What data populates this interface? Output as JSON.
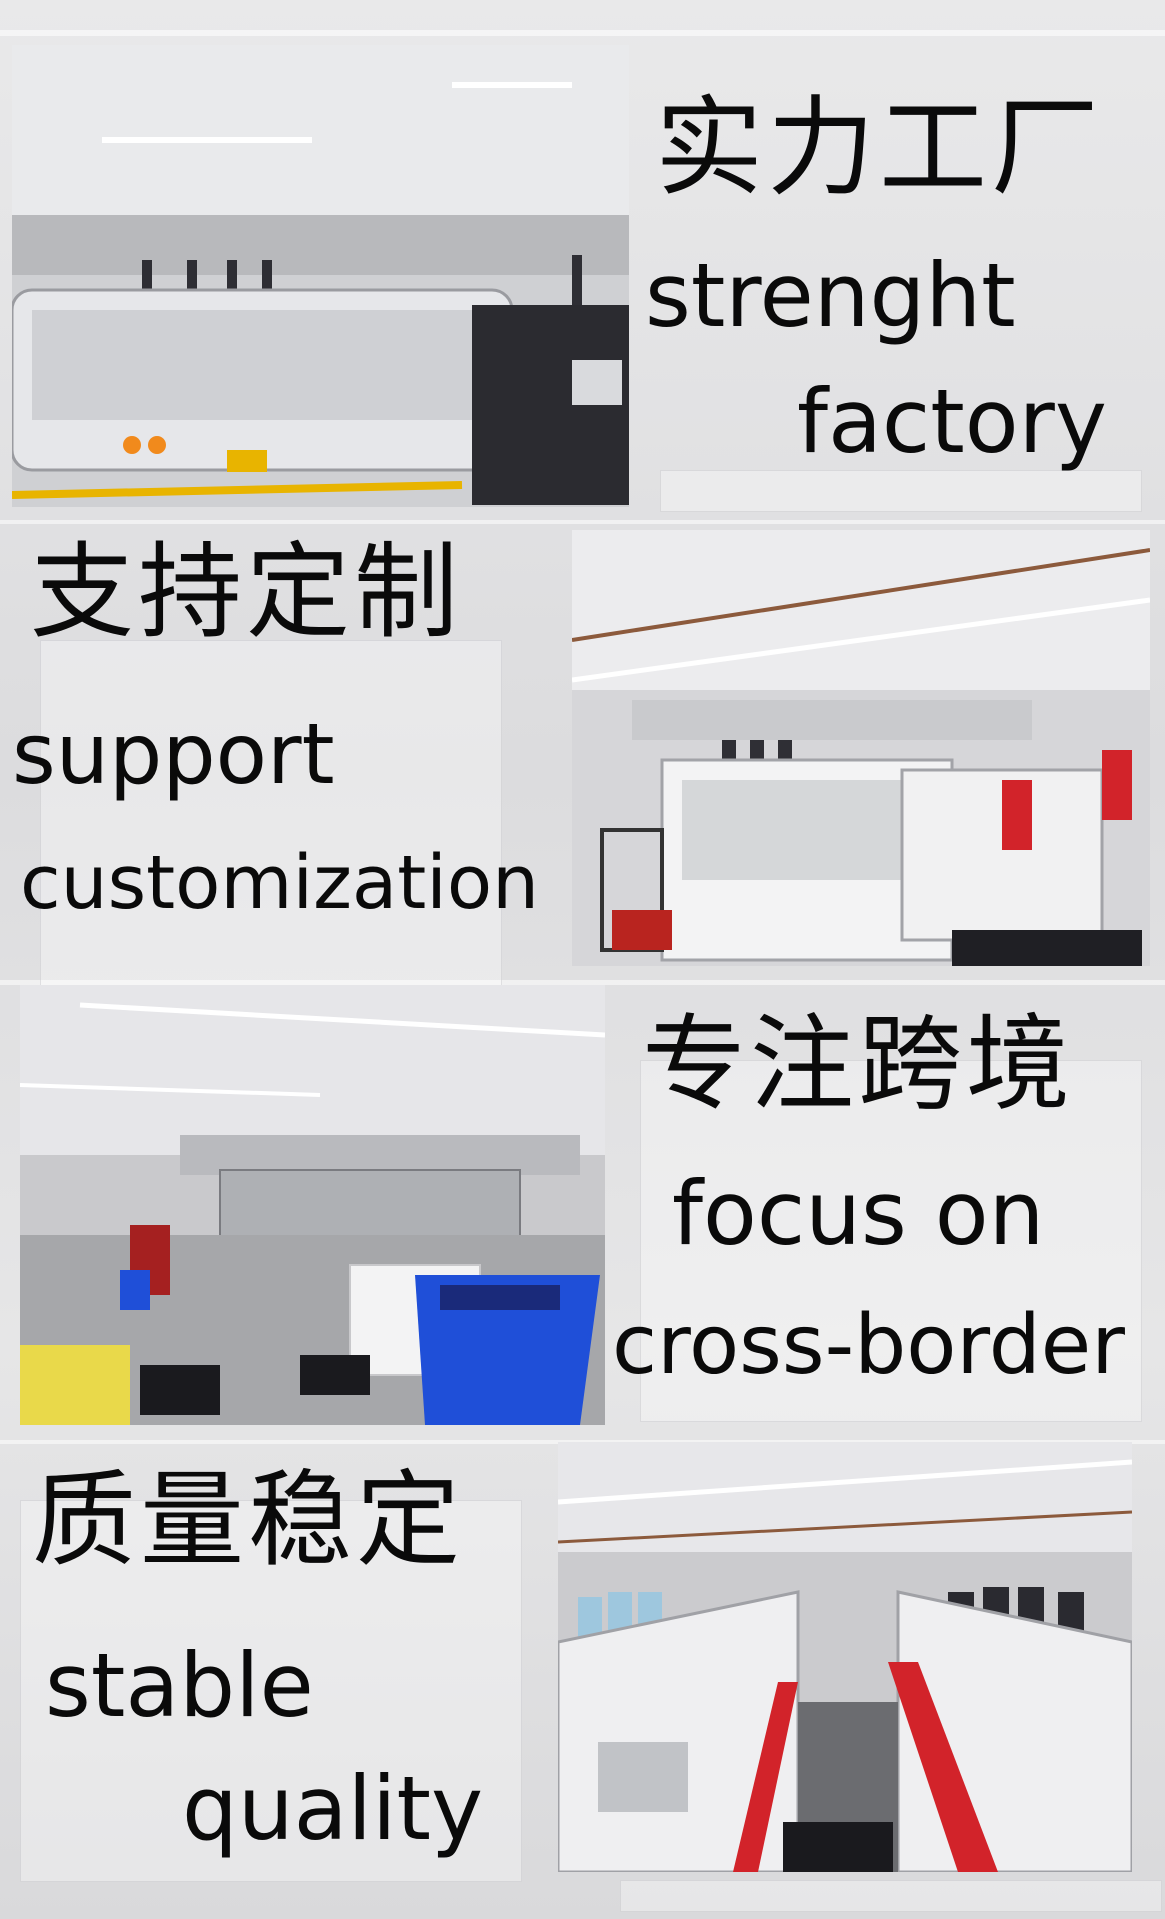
{
  "sections": [
    {
      "title_cn": "实力工厂",
      "line1": "strenght",
      "line2": "factory",
      "photo_icon": "knitting-machine-photo"
    },
    {
      "title_cn": "支持定制",
      "line1": "support",
      "line2": "customization",
      "photo_icon": "factory-floor-photo"
    },
    {
      "title_cn": "专注跨境",
      "line1": "focus on",
      "line2": "cross-border",
      "photo_icon": "workshop-photo"
    },
    {
      "title_cn": "质量稳定",
      "line1": "stable",
      "line2": "quality",
      "photo_icon": "production-line-photo"
    }
  ],
  "colors": {
    "machine_body": "#e8e8ea",
    "machine_dark": "#2b2b30",
    "accent_red": "#d2232a",
    "accent_yellow": "#e8b400",
    "crate_blue": "#1f4fd8"
  }
}
